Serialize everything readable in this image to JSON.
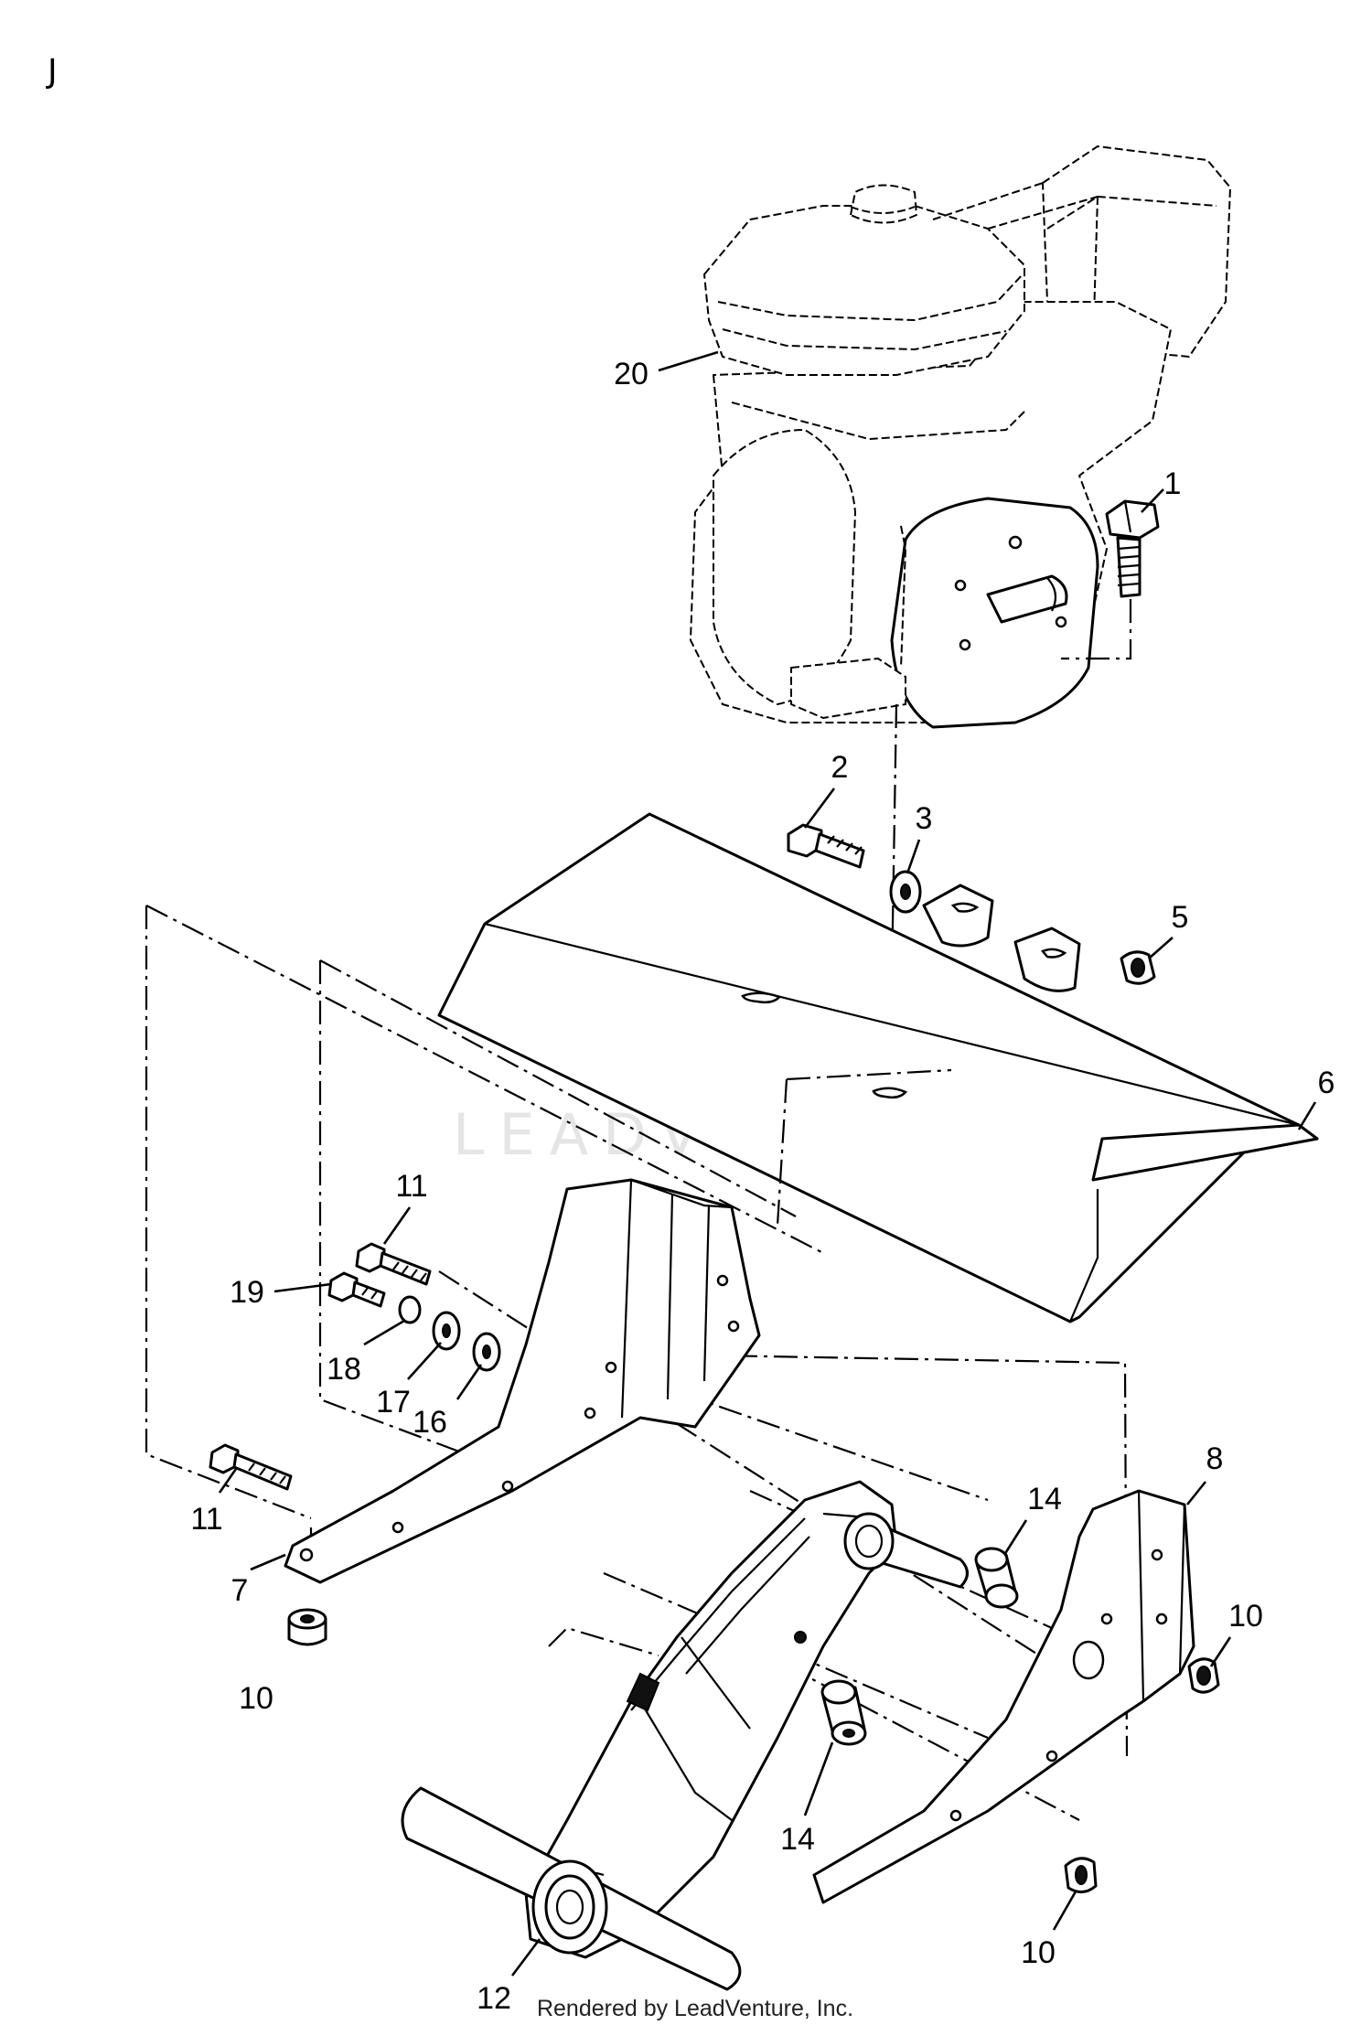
{
  "corner_mark": "J",
  "watermark": "LEADVENTURE",
  "footer": "Rendered by LeadVenture, Inc.",
  "callouts": [
    {
      "id": "20",
      "text": "20"
    },
    {
      "id": "1",
      "text": "1"
    },
    {
      "id": "2",
      "text": "2"
    },
    {
      "id": "3",
      "text": "3"
    },
    {
      "id": "5",
      "text": "5"
    },
    {
      "id": "6",
      "text": "6"
    },
    {
      "id": "11a",
      "text": "11"
    },
    {
      "id": "19",
      "text": "19"
    },
    {
      "id": "18",
      "text": "18"
    },
    {
      "id": "17",
      "text": "17"
    },
    {
      "id": "16",
      "text": "16"
    },
    {
      "id": "11b",
      "text": "11"
    },
    {
      "id": "7",
      "text": "7"
    },
    {
      "id": "10a",
      "text": "10"
    },
    {
      "id": "8",
      "text": "8"
    },
    {
      "id": "14a",
      "text": "14"
    },
    {
      "id": "10b",
      "text": "10"
    },
    {
      "id": "14b",
      "text": "14"
    },
    {
      "id": "10c",
      "text": "10"
    },
    {
      "id": "12",
      "text": "12"
    }
  ]
}
